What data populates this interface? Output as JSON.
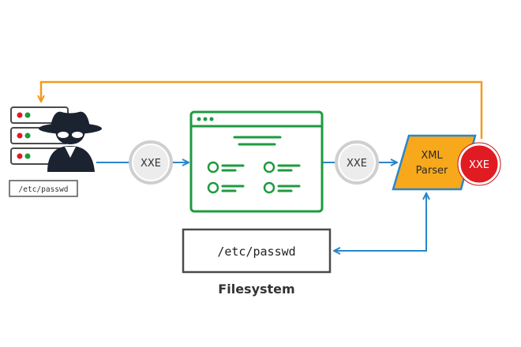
{
  "attacker": {
    "caption": "/etc/passwd"
  },
  "badges": {
    "first": "XXE",
    "second": "XXE",
    "third": "XXE"
  },
  "parser": {
    "line1": "XML",
    "line2": "Parser"
  },
  "filesystem": {
    "content": "/etc/passwd",
    "caption": "Filesystem"
  },
  "colors": {
    "flow_blue": "#2a86c9",
    "return_orange": "#f29a1f",
    "window_green": "#1e9b3f",
    "parser_yellow": "#f7a81b",
    "xxe_red": "#e11b22",
    "badge_gray": "#d5d5d5"
  },
  "icons": [
    "server-icon",
    "spy-icon",
    "browser-window-icon",
    "parser-icon"
  ]
}
